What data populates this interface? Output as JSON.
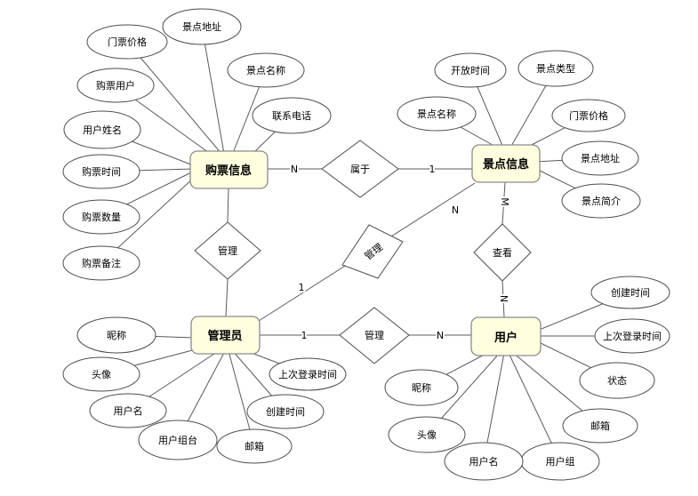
{
  "colors": {
    "entity_fill": "#FFFFE0",
    "entity_border": "#8A8A8A",
    "shape_fill": "#FFFFFF",
    "shape_border": "#4D4D4D",
    "line": "#5A5A5A",
    "text": "#000000"
  },
  "entities": [
    {
      "label": "购票信息"
    },
    {
      "label": "景点信息"
    },
    {
      "label": "管理员"
    },
    {
      "label": "用户"
    }
  ],
  "relationships": [
    {
      "label": "属于",
      "from": "购票信息",
      "to": "景点信息",
      "left_card": "N",
      "right_card": "1"
    },
    {
      "label": "管理",
      "from": "购票信息",
      "to": "管理员"
    },
    {
      "label": "管理",
      "from": "管理员",
      "to": "景点信息",
      "left_card": "1",
      "right_card": "N"
    },
    {
      "label": "查看",
      "from": "景点信息",
      "to": "用户",
      "top_card": "M",
      "bottom_card": "N"
    },
    {
      "label": "管理",
      "from": "管理员",
      "to": "用户",
      "left_card": "1",
      "right_card": "N"
    }
  ],
  "attributes": {
    "ticket_info": [
      "门票价格",
      "景点地址",
      "购票用户",
      "景点名称",
      "联系电话",
      "用户姓名",
      "购票时间",
      "购票数量",
      "购票备注"
    ],
    "scenic_info": [
      "景点名称",
      "开放时间",
      "景点类型",
      "门票价格",
      "景点地址",
      "景点简介"
    ],
    "admin": [
      "昵称",
      "头像",
      "用户名",
      "用户组台",
      "邮箱",
      "创建时间",
      "上次登录时间"
    ],
    "user": [
      "创建时间",
      "上次登录时间",
      "状态",
      "邮箱",
      "用户组",
      "用户名",
      "头像",
      "昵称"
    ]
  }
}
